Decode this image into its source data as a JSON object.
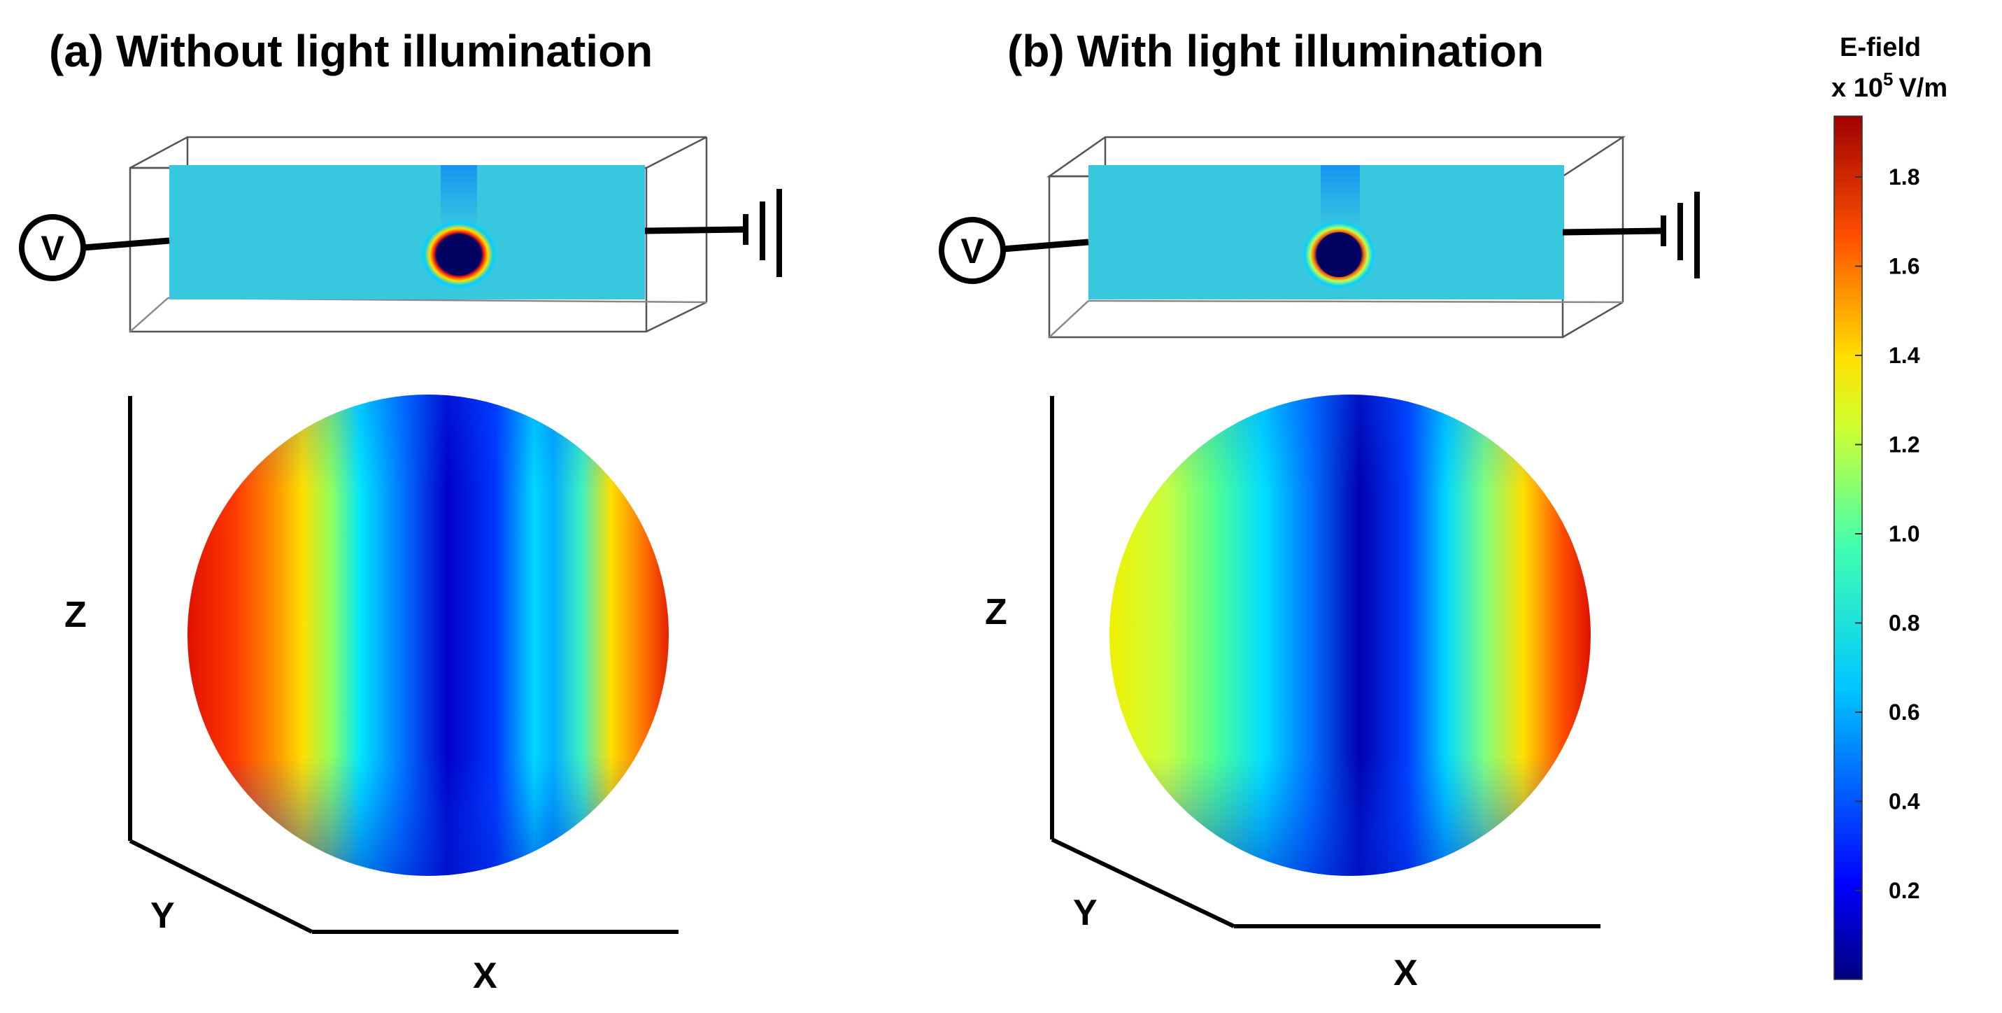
{
  "panels": [
    {
      "title": "(a) Without light illumination",
      "source_label": "V",
      "axes": {
        "x": "X",
        "y": "Y",
        "z": "Z"
      }
    },
    {
      "title": "(b) With light illumination",
      "source_label": "V",
      "axes": {
        "x": "X",
        "y": "Y",
        "z": "Z"
      }
    }
  ],
  "colorbar": {
    "title_line1": "E-field",
    "title_prefix": "x 10",
    "title_exponent": "5",
    "title_unit": "V/m",
    "ticks": [
      "1.8",
      "1.6",
      "1.4",
      "1.2",
      "1.0",
      "0.8",
      "0.6",
      "0.4",
      "0.2"
    ],
    "colormap": "jet",
    "colors": {
      "low": "#00007f",
      "mid_low": "#0050ff",
      "mid": "#00e5ff",
      "mid_high": "#7dff7a",
      "yellow": "#ffe600",
      "orange": "#ff7a00",
      "high": "#b20000"
    }
  },
  "background_field_color": "#37c8e0"
}
